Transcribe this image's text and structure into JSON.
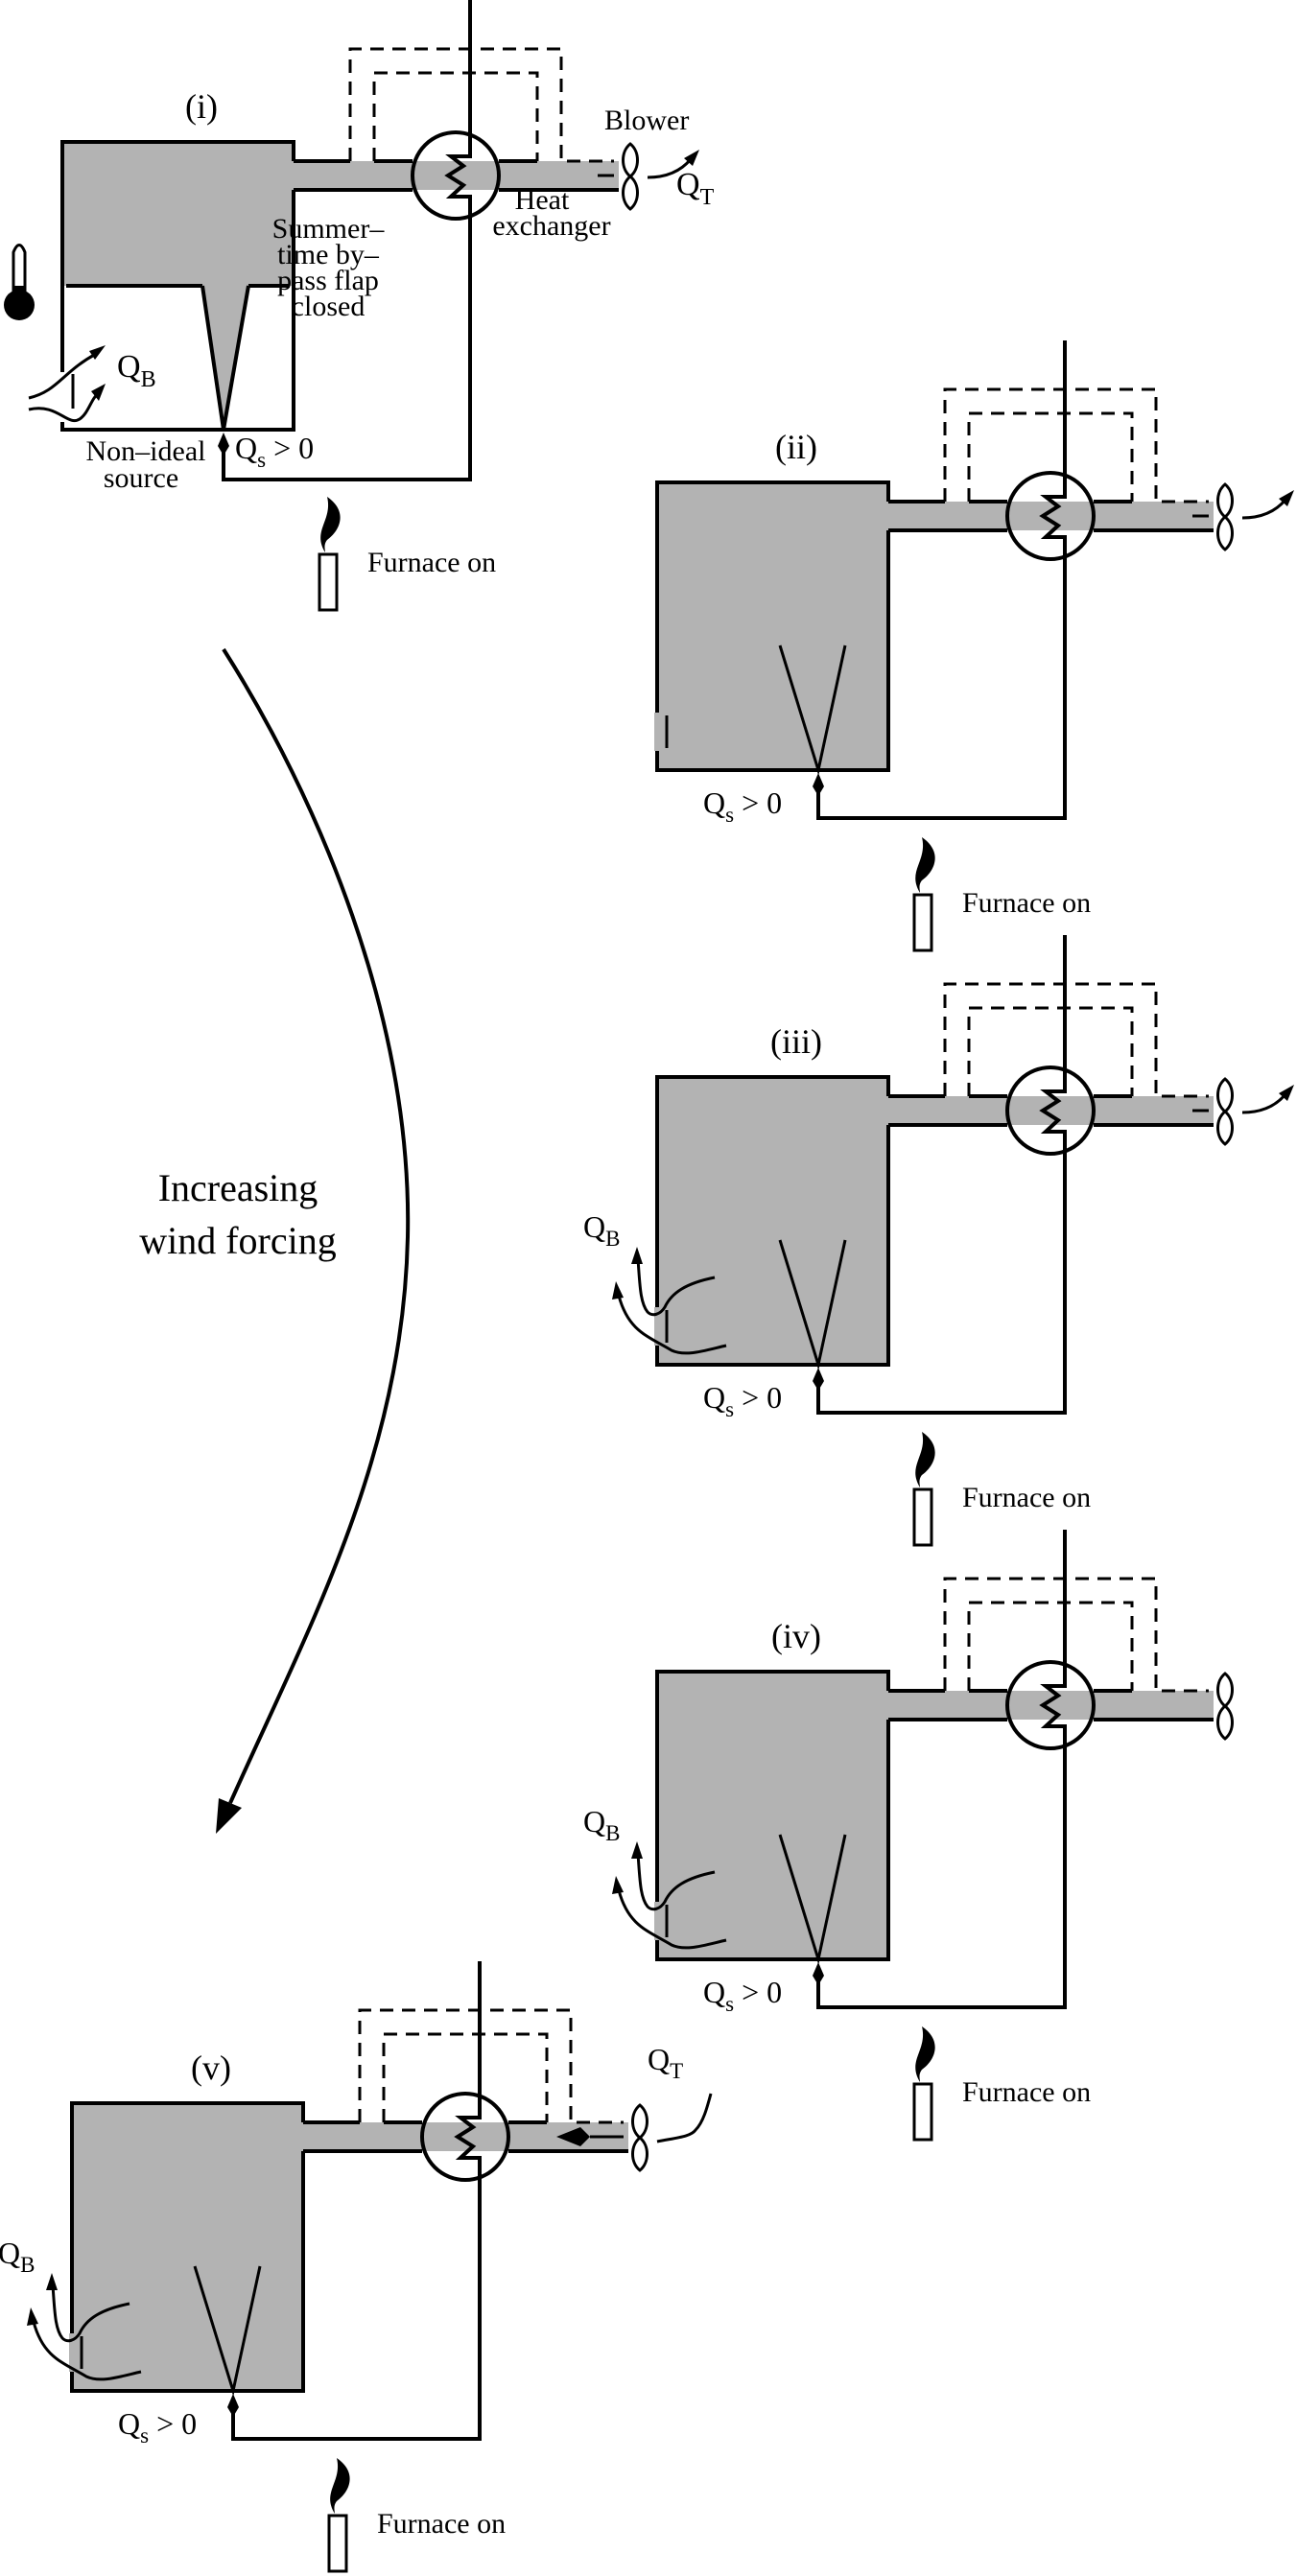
{
  "figure": {
    "fill_color": "#b3b3b3",
    "line_color": "#000000",
    "trend_label": [
      "Increasing",
      "wind forcing"
    ],
    "panels": [
      {
        "id": "i",
        "label": "(i)",
        "state": "non-ideal-source",
        "qb_label": "Q",
        "qb_sub": "B",
        "qs_label": "Q",
        "qs_sub": "s",
        "qs_rel": "> 0",
        "furnace_label": "Furnace on",
        "blower_label": "Blower",
        "qt_label": "Q",
        "qt_sub": "T",
        "hx_label": [
          "Heat",
          "exchanger"
        ],
        "flap_label": [
          "Summer–",
          "time by–",
          "pass flap",
          "closed"
        ],
        "source_label": [
          "Non–ideal",
          "source"
        ],
        "thermometer": true,
        "flow_direction": "out"
      },
      {
        "id": "ii",
        "label": "(ii)",
        "state": "filled",
        "qs_label": "Q",
        "qs_sub": "s",
        "qs_rel": "> 0",
        "furnace_label": "Furnace on",
        "flow_direction": "out",
        "show_qb": false
      },
      {
        "id": "iii",
        "label": "(iii)",
        "state": "filled",
        "qb_label": "Q",
        "qb_sub": "B",
        "qs_label": "Q",
        "qs_sub": "s",
        "qs_rel": "> 0",
        "furnace_label": "Furnace on",
        "flow_direction": "out",
        "show_qb": true
      },
      {
        "id": "iv",
        "label": "(iv)",
        "state": "filled",
        "qb_label": "Q",
        "qb_sub": "B",
        "qs_label": "Q",
        "qs_sub": "s",
        "qs_rel": "> 0",
        "furnace_label": "Furnace on",
        "flow_direction": "none",
        "show_qb": true
      },
      {
        "id": "v",
        "label": "(v)",
        "state": "filled",
        "qb_label": "Q",
        "qb_sub": "B",
        "qs_label": "Q",
        "qs_sub": "s",
        "qs_rel": "> 0",
        "furnace_label": "Furnace on",
        "qt_label": "Q",
        "qt_sub": "T",
        "flow_direction": "in",
        "show_qb": true
      }
    ]
  }
}
